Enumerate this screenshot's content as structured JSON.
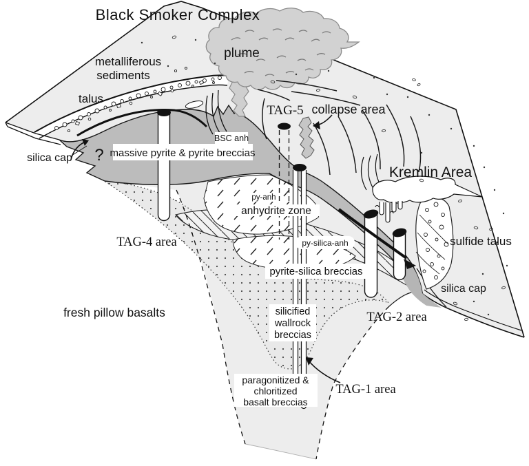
{
  "labels": {
    "title": "Black Smoker Complex",
    "plume": "plume",
    "metalliferous": {
      "line1": "metalliferous",
      "line2": "sediments"
    },
    "talus": "talus",
    "silica_cap_left": "silica cap",
    "question": "?",
    "massive_pyrite_breccias": "massive pyrite & pyrite breccias",
    "bsc_anh": "BSC anh",
    "tag5": "TAG-5",
    "collapse_area": "collapse area",
    "kremlin_area": "Kremlin Area",
    "py_anh": "py-anh",
    "anhydrite_zone": "anhydrite zone",
    "py_silica_anh": "py-silica-anh",
    "tag4_area": "TAG-4 area",
    "sulfide_talus": "sulfide talus",
    "pyrite_silica_breccias": "pyrite-silica breccias",
    "silica_cap_right": "silica cap",
    "fresh_pillow_basalts": "fresh pillow basalts",
    "silicified": {
      "line1": "silicified",
      "line2": "wallrock",
      "line3": "breccias"
    },
    "tag2_area": "TAG-2 area",
    "paragonitized": {
      "line1": "paragonitized &",
      "line2": "chloritized",
      "line3": "basalt breccias"
    },
    "tag1_area": "TAG-1 area"
  },
  "colors": {
    "mound": "#ededed",
    "plume": "#d2d2d2",
    "chimney": "#cfcfcf",
    "pyrite_gray": "#bcbcbc",
    "gray_wedge": "#b5b5b5",
    "dotted_fill": "#e9e9e9",
    "collapse_fill": "#c6c6c6",
    "ink": "#1a1a1a"
  }
}
